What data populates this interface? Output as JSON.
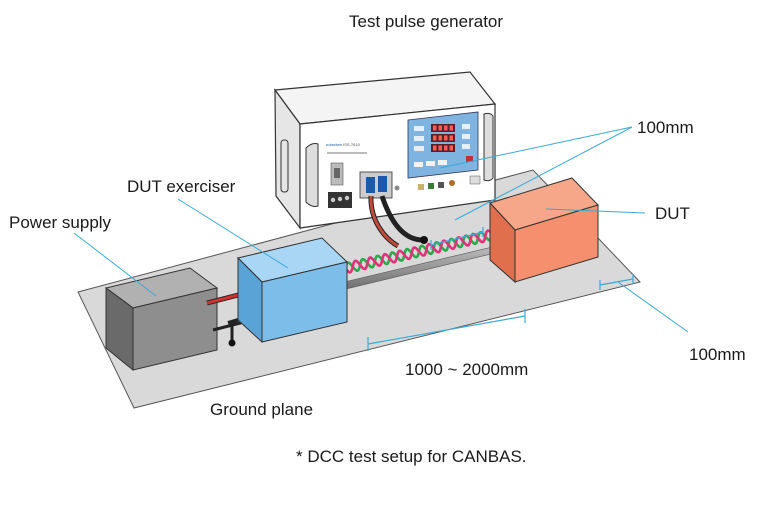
{
  "labels": {
    "generator": "Test pulse generator",
    "exerciser": "DUT exerciser",
    "power_supply": "Power supply",
    "dut": "DUT",
    "gap_top": "100mm",
    "gap_right": "100mm",
    "length": "1000 ~ 2000mm",
    "ground": "Ground plane"
  },
  "caption": "* DCC test setup for CANBAS.",
  "colors": {
    "ground_plane": "#d9d9d9",
    "dut": "#f58f6d",
    "exerciser": "#7cbde9",
    "power_supply": "#8e8e8e",
    "leader_line": "#3aa9d6",
    "twisted_red": "#e0317a",
    "twisted_green": "#2ea84a"
  },
  "generator_panel": {
    "brand": "noiseken ",
    "model": "ISS-7610"
  }
}
